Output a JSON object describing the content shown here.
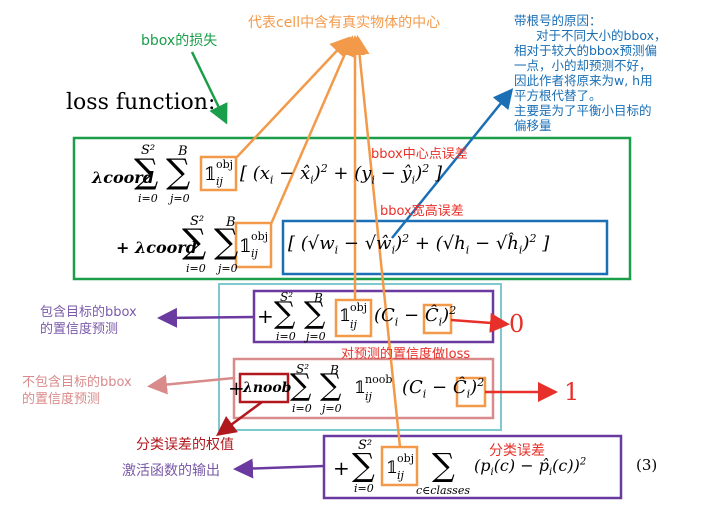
{
  "title": "loss function:",
  "notes": {
    "bbox_loss": "bbox的损失",
    "cell_center": "代表cell中含有真实物体的中心",
    "sqrt_reason": [
      "带根号的原因：",
      "对于不同大小的bbox，",
      "相对于较大的bbox预测偏",
      "一点，小的却预测不好，",
      "因此作者将原来为w, h用",
      "平方根代替了。",
      "主要是为了平衡小目标的",
      "偏移量"
    ],
    "center_error": "bbox中心点误差",
    "wh_error": "bbox宽高误差",
    "obj_conf": [
      "包含目标的bbox",
      "的置信度预测"
    ],
    "noobj_conf": [
      "不包含目标的bbox",
      "的置信度预测"
    ],
    "conf_loss": "对预测的置信度做loss",
    "class_weight": "分类误差的权值",
    "activation_output": "激活函数的输出",
    "class_error": "分类误差",
    "target_zero": "0",
    "target_one": "1"
  },
  "formula": {
    "lambda_coord": "λcoord",
    "lambda_noobj": "λnoob",
    "indicator": "𝟙",
    "obj": "obj",
    "noobj": "noob",
    "ij": "ij",
    "i": "i",
    "s2": "S²",
    "B": "B",
    "i_eq_0": "i=0",
    "j_eq_0": "j=0",
    "c_in_classes": "c∈classes",
    "plus": "+",
    "eq_number": "(3)"
  },
  "colors": {
    "green": "#1a9e4a",
    "orange": "#f39a4a",
    "blue": "#1a6fb5",
    "red": "#e8302a",
    "purple": "#6a3aa0",
    "pink": "#d98a8a",
    "cyan": "#7ec8cf",
    "darkred": "#b0181e",
    "lightpurple": "#7a5aa8"
  }
}
